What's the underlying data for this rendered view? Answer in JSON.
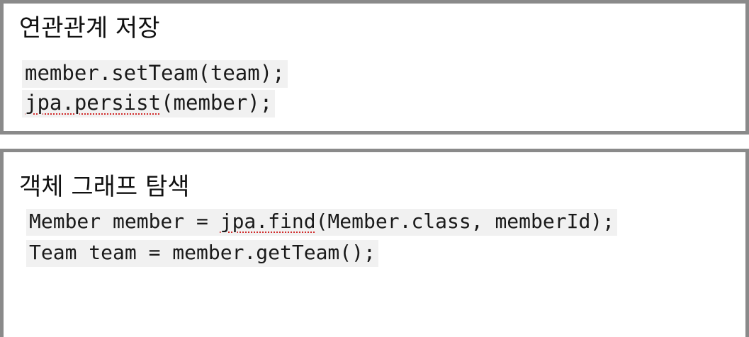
{
  "sections": [
    {
      "heading": "연관관계 저장",
      "lines": [
        {
          "parts": [
            "member.setTeam(team);"
          ]
        },
        {
          "parts": [
            "jpa.persist",
            "(member);"
          ]
        }
      ]
    },
    {
      "heading": "객체 그래프 탐색",
      "lines": [
        {
          "parts": [
            "Member member = ",
            "jpa.find",
            "(Member.class, memberId);"
          ]
        },
        {
          "parts": [
            "Team team = member.getTeam();"
          ]
        }
      ]
    }
  ],
  "colors": {
    "border": "#8a8a8a",
    "code_background": "#f1f1f1",
    "spellcheck_underline": "#d12a2a"
  }
}
